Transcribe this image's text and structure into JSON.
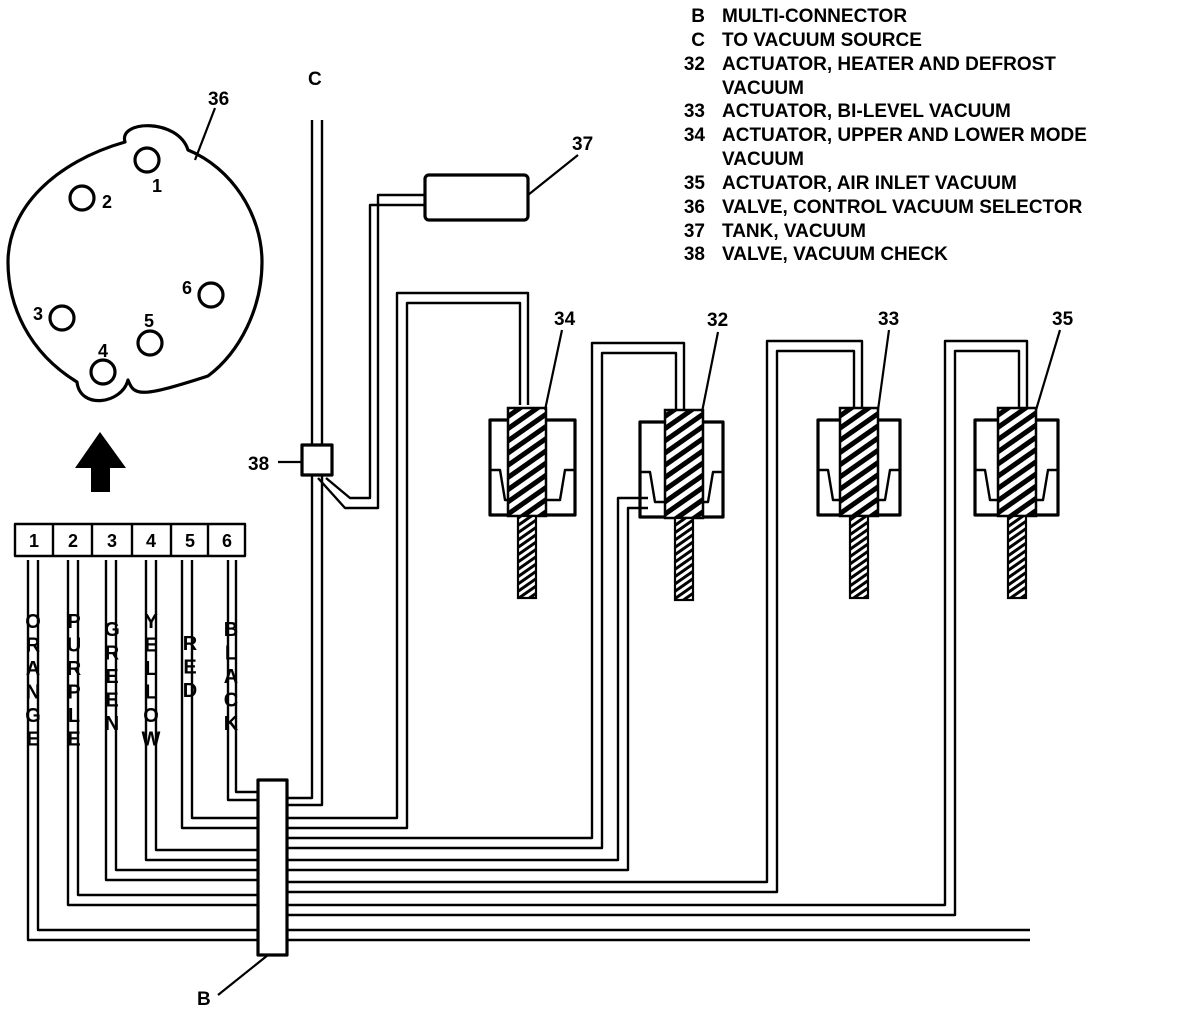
{
  "legend": [
    {
      "key": "B",
      "text": "MULTI-CONNECTOR"
    },
    {
      "key": "C",
      "text": "TO VACUUM SOURCE"
    },
    {
      "key": "32",
      "text": "ACTUATOR, HEATER AND DEFROST"
    },
    {
      "key": "",
      "text": "VACUUM"
    },
    {
      "key": "33",
      "text": "ACTUATOR, BI-LEVEL VACUUM"
    },
    {
      "key": "34",
      "text": "ACTUATOR, UPPER AND LOWER MODE"
    },
    {
      "key": "",
      "text": "VACUUM"
    },
    {
      "key": "35",
      "text": "ACTUATOR, AIR INLET VACUUM"
    },
    {
      "key": "36",
      "text": "VALVE, CONTROL VACUUM SELECTOR"
    },
    {
      "key": "37",
      "text": "TANK, VACUUM"
    },
    {
      "key": "38",
      "text": "VALVE, VACUUM CHECK"
    }
  ],
  "callouts": {
    "valve": "36",
    "tank": "37",
    "check_valve": "38",
    "source": "C",
    "connector": "B",
    "act_34": "34",
    "act_32": "32",
    "act_33": "33",
    "act_35": "35"
  },
  "valve_ports": [
    "1",
    "2",
    "3",
    "4",
    "5",
    "6"
  ],
  "connector_pins": [
    "1",
    "2",
    "3",
    "4",
    "5",
    "6"
  ],
  "hoses": [
    {
      "pin": "1",
      "color": "ORANGE"
    },
    {
      "pin": "2",
      "color": "PURPLE"
    },
    {
      "pin": "3",
      "color": "GREEN"
    },
    {
      "pin": "4",
      "color": "YELLOW"
    },
    {
      "pin": "5",
      "color": "RED"
    },
    {
      "pin": "6",
      "color": "BLACK"
    }
  ]
}
